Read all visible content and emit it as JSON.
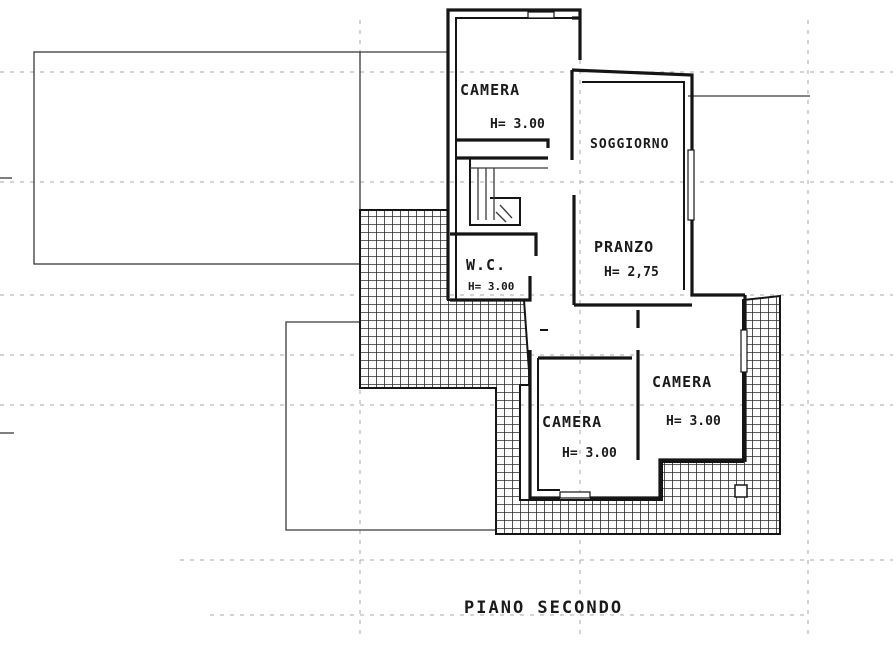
{
  "plan_title": "PIANO SECONDO",
  "rooms": [
    {
      "id": "camera-top",
      "name": "CAMERA",
      "height": "H= 3.00"
    },
    {
      "id": "soggiorno",
      "name": "SOGGIORNO"
    },
    {
      "id": "pranzo",
      "name": "PRANZO",
      "height": "H= 2,75"
    },
    {
      "id": "wc",
      "name": "W.C.",
      "height": "H= 3.00"
    },
    {
      "id": "camera-right",
      "name": "CAMERA",
      "height": "H= 3.00"
    },
    {
      "id": "camera-bottom",
      "name": "CAMERA",
      "height": "H= 3.00"
    }
  ],
  "colors": {
    "ink": "#151515",
    "paper": "#ffffff",
    "faint": "#a8a8a8"
  }
}
